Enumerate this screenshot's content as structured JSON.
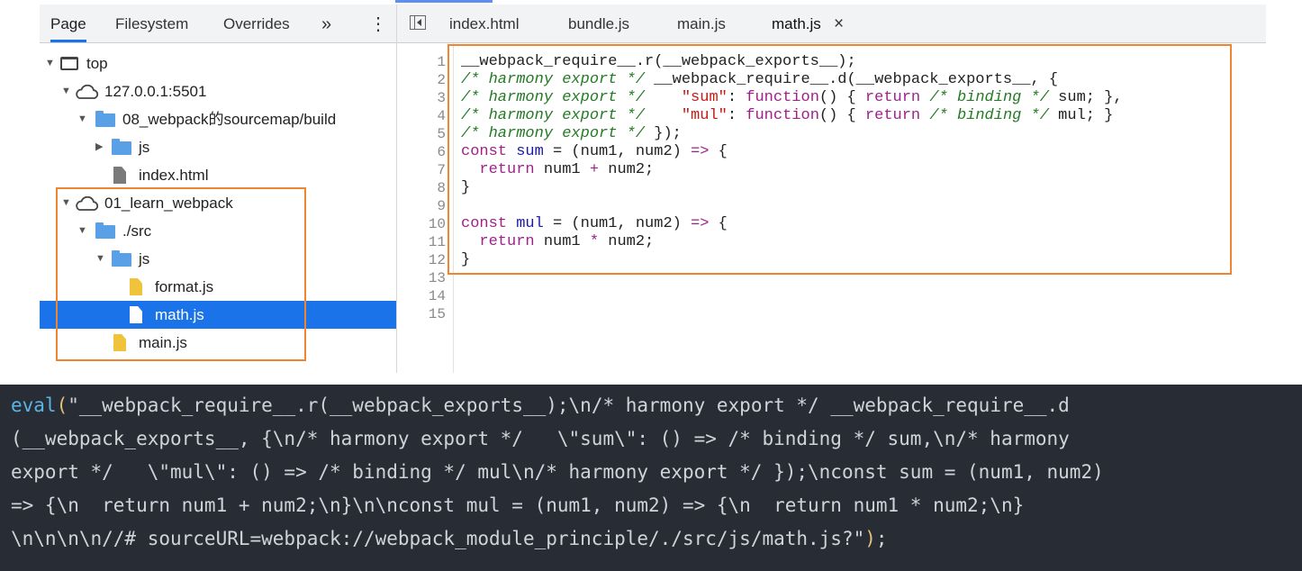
{
  "navigator": {
    "tabs": [
      "Page",
      "Filesystem",
      "Overrides"
    ],
    "more_icon": "double-chevron-right-icon",
    "menu_icon": "vertical-dots-icon",
    "more_glyph": "»",
    "menu_glyph": "⋮",
    "tree": [
      {
        "label": "top",
        "icon": "frame-icon"
      },
      {
        "label": "127.0.0.1:5501",
        "icon": "cloud-icon"
      },
      {
        "label": "08_webpack的sourcemap/build",
        "icon": "folder-icon"
      },
      {
        "label": "js",
        "icon": "folder-icon"
      },
      {
        "label": "index.html",
        "icon": "file-icon"
      },
      {
        "label": "01_learn_webpack",
        "icon": "cloud-icon"
      },
      {
        "label": "./src",
        "icon": "folder-icon"
      },
      {
        "label": "js",
        "icon": "folder-icon"
      },
      {
        "label": "format.js",
        "icon": "js-file-icon"
      },
      {
        "label": "math.js",
        "icon": "js-file-icon",
        "selected": true
      },
      {
        "label": "main.js",
        "icon": "js-file-icon"
      }
    ]
  },
  "editor": {
    "tabs": [
      "index.html",
      "bundle.js",
      "main.js",
      "math.js"
    ],
    "active_tab": "math.js",
    "close_glyph": "×",
    "line_numbers": [
      "1",
      "2",
      "3",
      "4",
      "5",
      "6",
      "7",
      "8",
      "9",
      "10",
      "11",
      "12",
      "13",
      "14",
      "15"
    ],
    "code": {
      "l1": "__webpack_require__.r(__webpack_exports__);",
      "l2_c": "/* harmony export */",
      "l2_r": " __webpack_require__.d(__webpack_exports__, {",
      "l3_c": "/* harmony export */",
      "l3_s": "\"sum\"",
      "l3_a": ": ",
      "l3_k": "function",
      "l3_b": "() { ",
      "l3_k2": "return",
      "l3_c2": "/* binding */",
      "l3_e": " sum; },",
      "l4_c": "/* harmony export */",
      "l4_s": "\"mul\"",
      "l4_a": ": ",
      "l4_k": "function",
      "l4_b": "() { ",
      "l4_k2": "return",
      "l4_c2": "/* binding */",
      "l4_e": " mul; }",
      "l5_c": "/* harmony export */",
      "l5_e": " });",
      "l6_k": "const",
      "l6_v": " sum",
      "l6_r": " = (num1, num2) ",
      "l6_ar": "=>",
      "l6_e": " {",
      "l7_k": "return",
      "l7_a": " num1 ",
      "l7_op": "+",
      "l7_e": " num2;",
      "l8": "}",
      "l10_k": "const",
      "l10_v": " mul",
      "l10_r": " = (num1, num2) ",
      "l10_ar": "=>",
      "l10_e": " {",
      "l11_k": "return",
      "l11_a": " num1 ",
      "l11_op": "*",
      "l11_e": " num2;",
      "l12": "}"
    }
  },
  "snippet": {
    "s1_ev": "eval",
    "s1_p": "(",
    "s1_t": "\"__webpack_require__.r(__webpack_exports__);\\n/* harmony export */ __webpack_require__.d",
    "s2": "(__webpack_exports__, {\\n/* harmony export */   \\\"sum\\\": () => /* binding */ sum,\\n/* harmony",
    "s3": "export */   \\\"mul\\\": () => /* binding */ mul\\n/* harmony export */ });\\nconst sum = (num1, num2)",
    "s4": "=> {\\n  return num1 + num2;\\n}\\n\\nconst mul = (num1, num2) => {\\n  return num1 * num2;\\n}",
    "s5_t": "\\n\\n\\n\\n//# sourceURL=webpack://webpack_module_principle/./src/js/math.js?\"",
    "s5_p": ")",
    "s5_e": ";"
  },
  "colors": {
    "accent": "#1a73e8",
    "highlight_box": "#ee8530",
    "snippet_bg": "#282c34"
  }
}
